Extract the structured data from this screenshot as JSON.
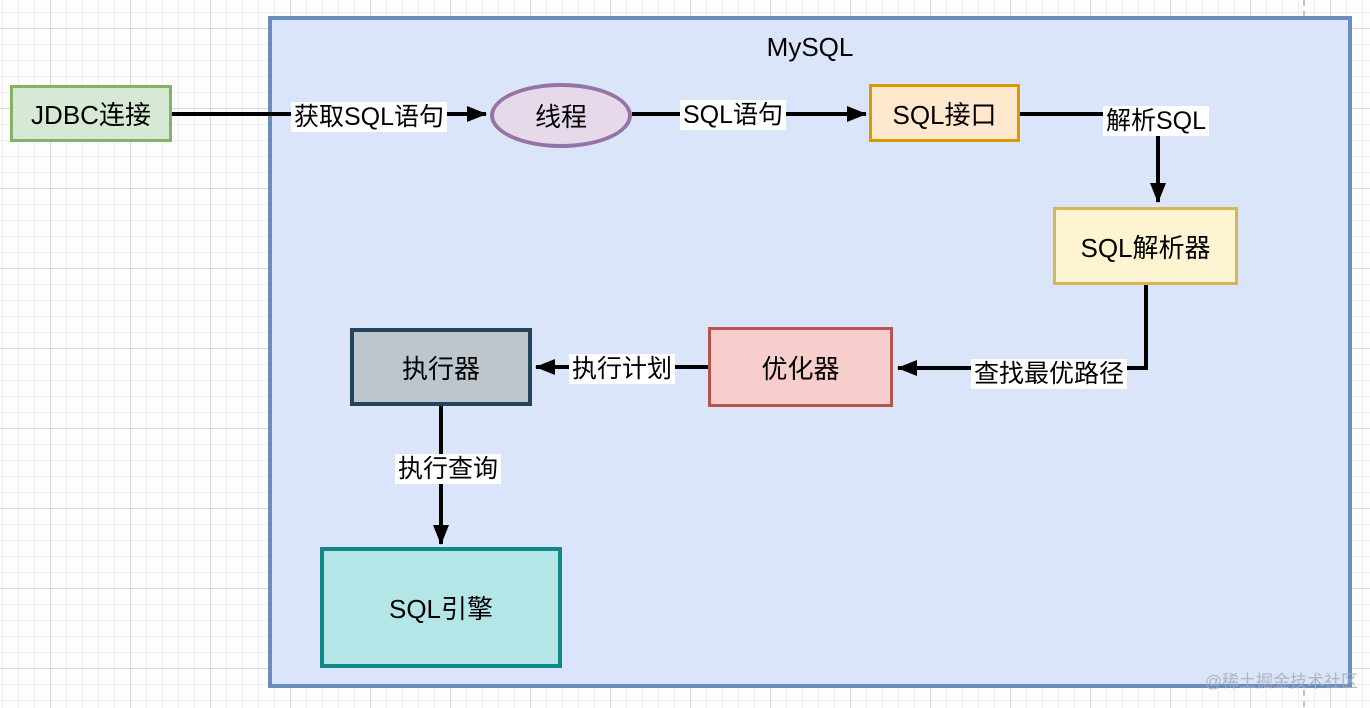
{
  "diagram": {
    "container_title": "MySQL",
    "watermark": "@稀土掘金技术社区",
    "nodes": {
      "jdbc": {
        "label": "JDBC连接",
        "fill": "#d7e9d5",
        "border": "#83b366",
        "shape": "rect"
      },
      "thread": {
        "label": "线程",
        "fill": "#e6d9ea",
        "border": "#9673a6",
        "shape": "ellipse"
      },
      "interface": {
        "label": "SQL接口",
        "fill": "#ffe8ce",
        "border": "#d79b00",
        "shape": "rect"
      },
      "parser": {
        "label": "SQL解析器",
        "fill": "#fff4d1",
        "border": "#d6b656",
        "shape": "rect"
      },
      "optimizer": {
        "label": "优化器",
        "fill": "#f8cecc",
        "border": "#b85450",
        "shape": "rect"
      },
      "executor": {
        "label": "执行器",
        "fill": "#bdc5cd",
        "border": "#23445d",
        "shape": "rect"
      },
      "engine": {
        "label": "SQL引擎",
        "fill": "#b4e5e7",
        "border": "#11878a",
        "shape": "rect"
      }
    },
    "edges": {
      "jdbc_to_thread": {
        "label": "获取SQL语句",
        "from": "jdbc",
        "to": "thread"
      },
      "thread_to_interface": {
        "label": "SQL语句",
        "from": "thread",
        "to": "interface"
      },
      "interface_to_parser": {
        "label": "解析SQL",
        "from": "interface",
        "to": "parser"
      },
      "parser_to_optimizer": {
        "label": "查找最优路径",
        "from": "parser",
        "to": "optimizer"
      },
      "optimizer_to_executor": {
        "label": "执行计划",
        "from": "optimizer",
        "to": "executor"
      },
      "executor_to_engine": {
        "label": "执行查询",
        "from": "executor",
        "to": "engine"
      }
    },
    "colors": {
      "panel_fill": "#dbe5f9",
      "panel_border": "#6b8dbe",
      "arrow": "#000000",
      "grid_minor": "#ededf1",
      "grid_major": "#d6d8de"
    }
  }
}
